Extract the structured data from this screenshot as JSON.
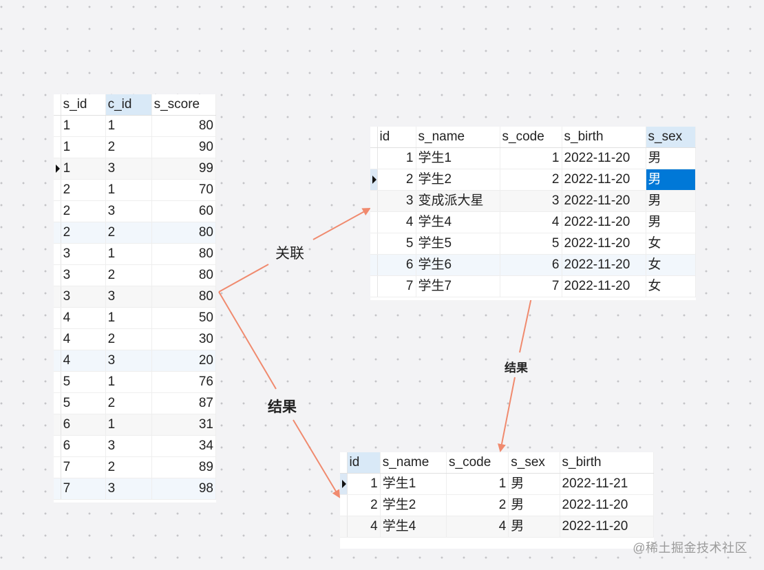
{
  "canvas": {
    "background": "#f3f3f5",
    "dot_color": "#c4c4c8",
    "arrow_color": "#f08a6e"
  },
  "score_table": {
    "columns": [
      "s_id",
      "c_id",
      "s_score"
    ],
    "sorted_column": "c_id",
    "current_row_index": 2,
    "rows": [
      [
        "1",
        "1",
        "80"
      ],
      [
        "1",
        "2",
        "90"
      ],
      [
        "1",
        "3",
        "99"
      ],
      [
        "2",
        "1",
        "70"
      ],
      [
        "2",
        "3",
        "60"
      ],
      [
        "2",
        "2",
        "80"
      ],
      [
        "3",
        "1",
        "80"
      ],
      [
        "3",
        "2",
        "80"
      ],
      [
        "3",
        "3",
        "80"
      ],
      [
        "4",
        "1",
        "50"
      ],
      [
        "4",
        "2",
        "30"
      ],
      [
        "4",
        "3",
        "20"
      ],
      [
        "5",
        "1",
        "76"
      ],
      [
        "5",
        "2",
        "87"
      ],
      [
        "6",
        "1",
        "31"
      ],
      [
        "6",
        "3",
        "34"
      ],
      [
        "7",
        "2",
        "89"
      ],
      [
        "7",
        "3",
        "98"
      ]
    ]
  },
  "student_table": {
    "columns": [
      "id",
      "s_name",
      "s_code",
      "s_birth",
      "s_sex"
    ],
    "sorted_column": "s_sex",
    "current_row_index": 1,
    "selected_cell": {
      "row": 1,
      "column": "s_sex",
      "color": "#0078d7"
    },
    "rows": [
      [
        "1",
        "学生1",
        "1",
        "2022-11-20",
        "男"
      ],
      [
        "2",
        "学生2",
        "2",
        "2022-11-20",
        "男"
      ],
      [
        "3",
        "变成派大星",
        "3",
        "2022-11-20",
        "男"
      ],
      [
        "4",
        "学生4",
        "4",
        "2022-11-20",
        "男"
      ],
      [
        "5",
        "学生5",
        "5",
        "2022-11-20",
        "女"
      ],
      [
        "6",
        "学生6",
        "6",
        "2022-11-20",
        "女"
      ],
      [
        "7",
        "学生7",
        "7",
        "2022-11-20",
        "女"
      ]
    ]
  },
  "result_table": {
    "columns": [
      "id",
      "s_name",
      "s_code",
      "s_sex",
      "s_birth"
    ],
    "sorted_column": "id",
    "current_row_index": 0,
    "rows": [
      [
        "1",
        "学生1",
        "1",
        "男",
        "2022-11-21"
      ],
      [
        "2",
        "学生2",
        "2",
        "男",
        "2022-11-20"
      ],
      [
        "4",
        "学生4",
        "4",
        "男",
        "2022-11-20"
      ]
    ]
  },
  "labels": {
    "relation": "关联",
    "result_left": "结果",
    "result_right": "结果"
  },
  "watermark": "@稀土掘金技术社区"
}
